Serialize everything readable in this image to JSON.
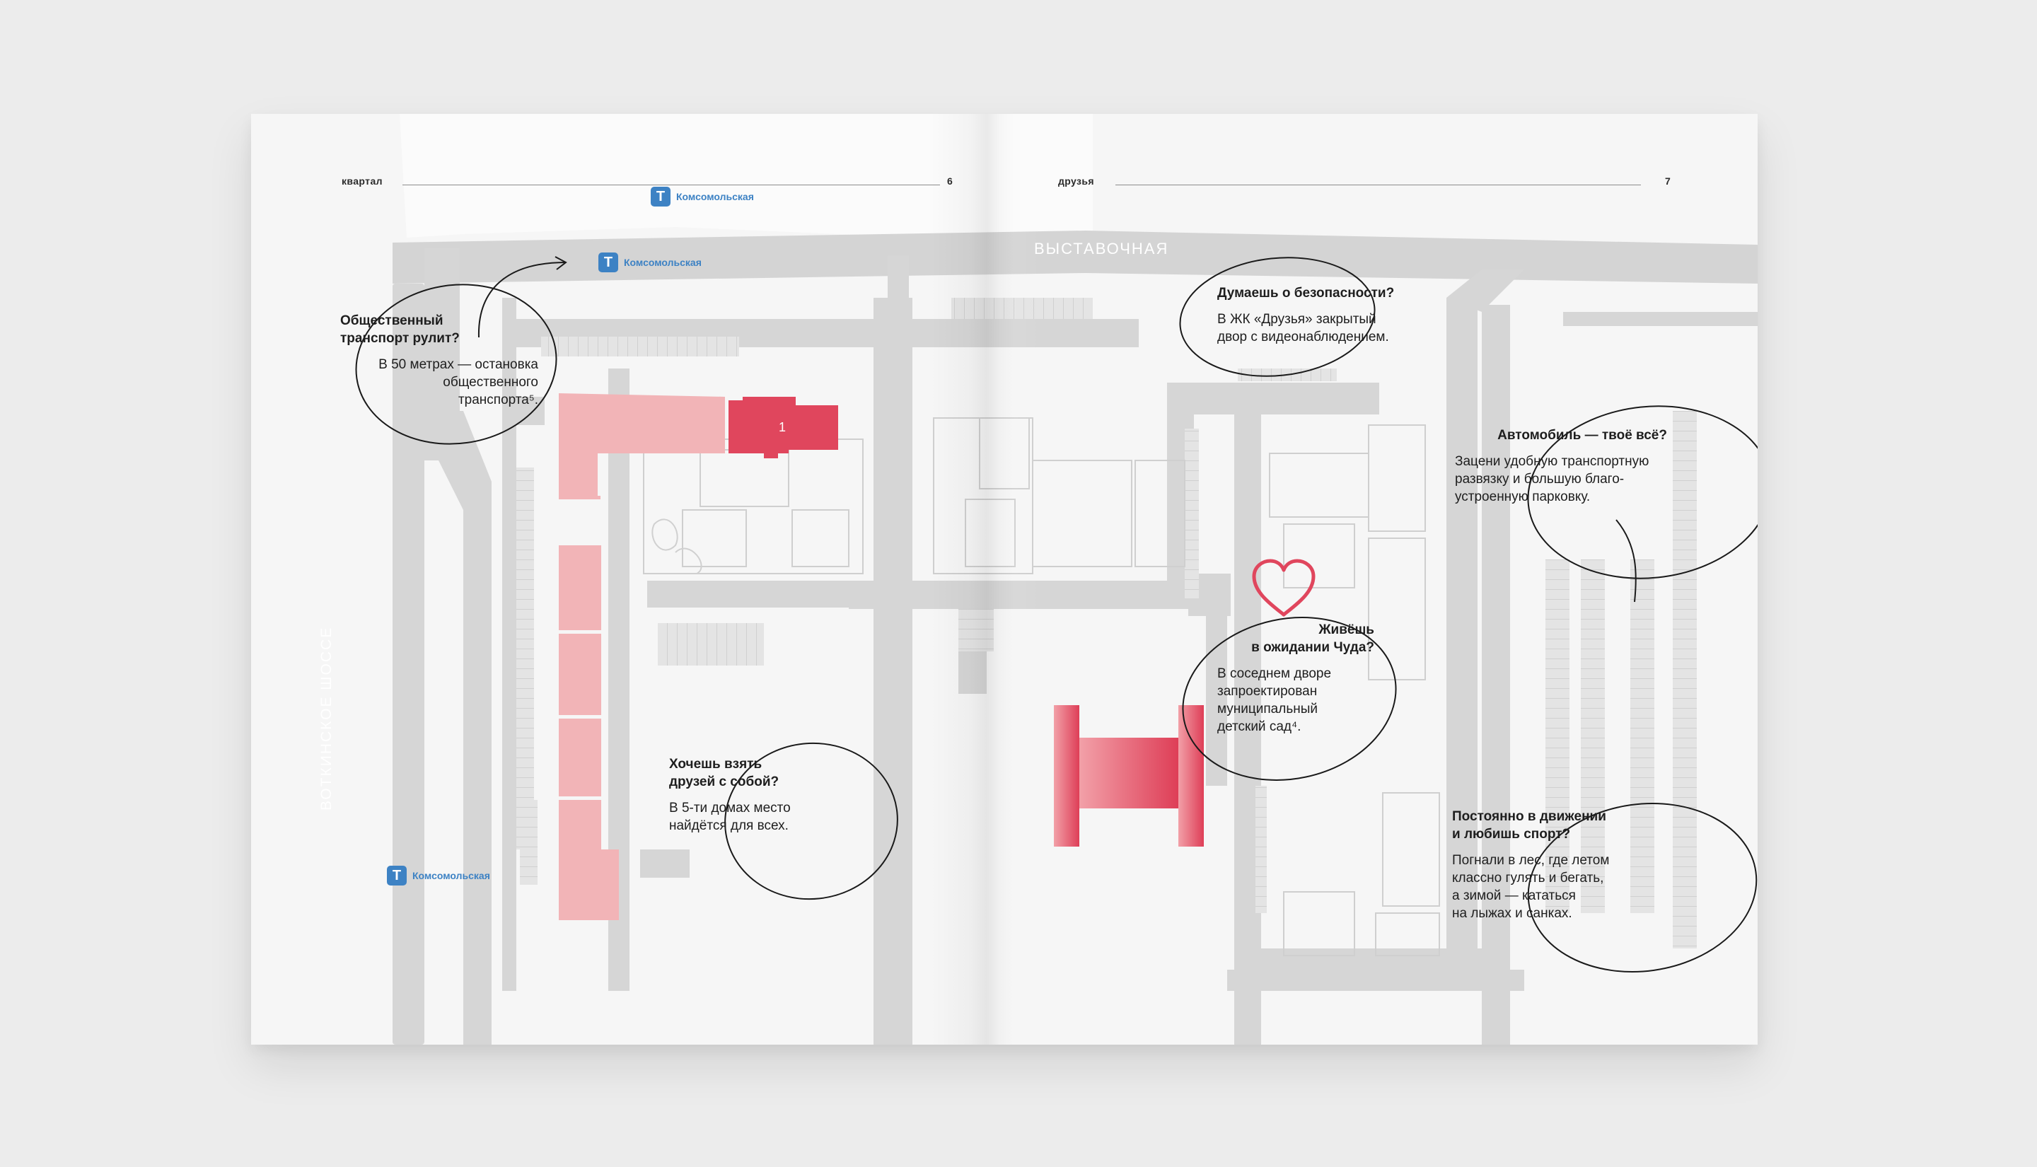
{
  "colors": {
    "page": "#f6f6f6",
    "road": "#d6d6d6",
    "building_light": "#f2b4b7",
    "building_accent": "#e0465d",
    "metro": "#3d82c4",
    "ink": "#1e1e1e"
  },
  "icons": {
    "metro": "metro-t-icon",
    "heart": "heart-icon",
    "arrow": "curved-arrow-icon"
  },
  "left_page": {
    "section": "квартал",
    "page_number": "6",
    "metro_stops": [
      {
        "label": "Комсомольская"
      },
      {
        "label": "Комсомольская"
      },
      {
        "label": "Комсомольская"
      }
    ],
    "street": "ВОТКИНСКОЕ ШОССЕ",
    "building_number": "1",
    "bubbles": [
      {
        "question": "Общественный\nтранспорт рулит?",
        "answer": "В 50 метрах — остановка\nобщественного\nтранспорта⁵."
      },
      {
        "question": "Хочешь взять\nдрузей с собой?",
        "answer": "В 5-ти домах место\nнайдётся для всех."
      }
    ]
  },
  "right_page": {
    "section": "друзья",
    "page_number": "7",
    "street": "ВЫСТАВОЧНАЯ",
    "bubbles": [
      {
        "question": "Думаешь о безопасности?",
        "answer": "В ЖК «Друзья» закрытый\nдвор с видеонаблюдением."
      },
      {
        "question": "Автомобиль — твоё всё?",
        "answer": "Зацени удобную транспортную\nразвязку и большую благо-\nустроенную парковку."
      },
      {
        "question": "Живёшь\nв ожидании Чуда?",
        "answer": "В соседнем дворе\nзапроектирован\nмуниципальный\nдетский сад⁴."
      },
      {
        "question": "Постоянно в движении\nи любишь спорт?",
        "answer": "Погнали в лес, где летом\nклассно гулять и бегать,\nа зимой — кататься\nна лыжах и санках."
      }
    ]
  }
}
